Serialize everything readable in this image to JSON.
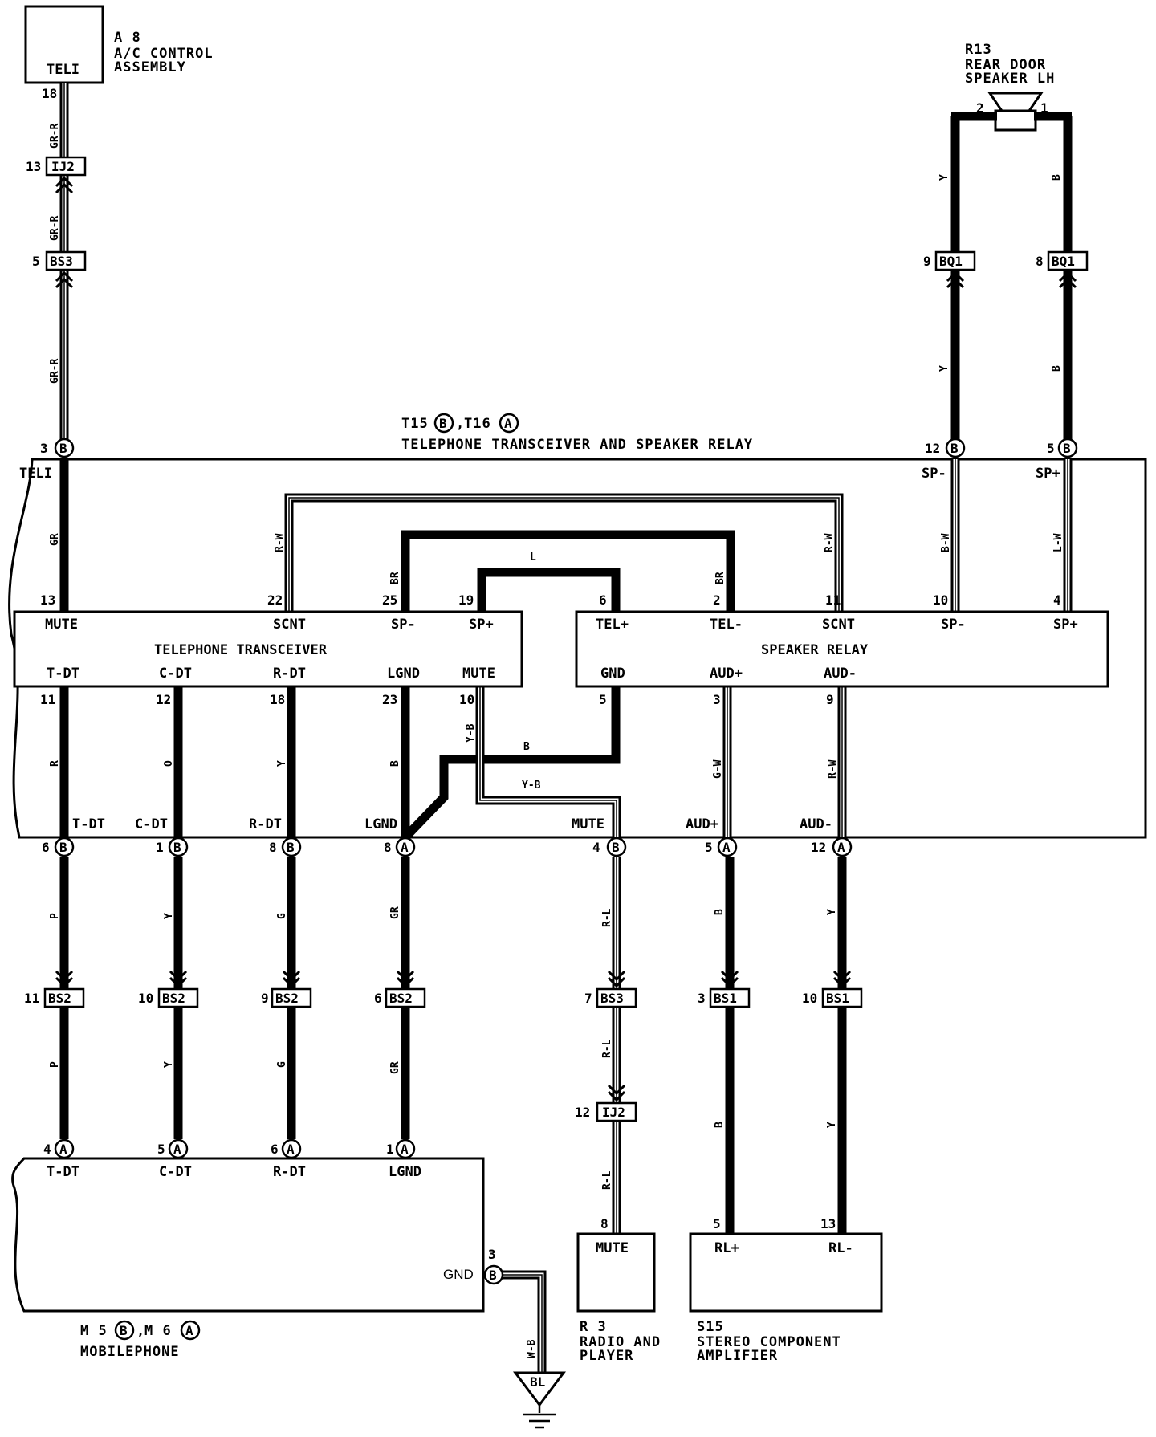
{
  "components": {
    "a8": {
      "id": "A 8",
      "line1": "A/C CONTROL",
      "line2": "ASSEMBLY",
      "pin_label": "TELI"
    },
    "r13": {
      "id": "R13",
      "line1": "REAR DOOR",
      "line2": "SPEAKER LH"
    },
    "t15t16": {
      "id_b": "T15",
      "id_a": "T16",
      "sep": ",",
      "name": "TELEPHONE TRANSCEIVER AND SPEAKER RELAY"
    },
    "transceiver": {
      "name": "TELEPHONE TRANSCEIVER"
    },
    "relay": {
      "name": "SPEAKER RELAY"
    },
    "mobile": {
      "id_b": "M 5",
      "id_a": "M 6",
      "sep": ",",
      "name": "MOBILEPHONE"
    },
    "r3": {
      "id": "R 3",
      "line1": "RADIO AND",
      "line2": "PLAYER",
      "pin_label": "MUTE"
    },
    "s15": {
      "id": "S15",
      "line1": "STEREO COMPONENT",
      "line2": "AMPLIFIER"
    },
    "ground": {
      "label": "BL"
    }
  },
  "connectors": {
    "bs1": "BS1",
    "bs2": "BS2",
    "bs3": "BS3",
    "ij2": "IJ2",
    "bq1": "BQ1",
    "a": "A",
    "b": "B"
  },
  "pins": {
    "p18": "18",
    "p13": "13",
    "p5": "5",
    "p3": "3",
    "p2": "2",
    "p1": "1",
    "p9": "9",
    "p8": "8",
    "p12": "12",
    "p22": "22",
    "p25": "25",
    "p19": "19",
    "p6": "6",
    "p11": "11",
    "p10": "10",
    "p4": "4",
    "p23": "23",
    "p7": "7"
  },
  "terminals": {
    "teli": "TELI",
    "sp_minus": "SP-",
    "sp_plus": "SP+",
    "mute": "MUTE",
    "scnt": "SCNT",
    "tel_plus": "TEL+",
    "tel_minus": "TEL-",
    "t_dt": "T-DT",
    "c_dt": "C-DT",
    "r_dt": "R-DT",
    "lgnd": "LGND",
    "gnd": "GND",
    "aud_plus": "AUD+",
    "aud_minus": "AUD-",
    "rl_plus": "RL+",
    "rl_minus": "RL-",
    "gnd_mobile": "GND"
  },
  "wires": {
    "gr_r": "GR-R",
    "y": "Y",
    "b": "B",
    "gr": "GR",
    "r_w": "R-W",
    "br": "BR",
    "l": "L",
    "b_w": "B-W",
    "l_w": "L-W",
    "r": "R",
    "o": "O",
    "y_b": "Y-B",
    "g_w": "G-W",
    "p": "P",
    "g": "G",
    "r_l": "R-L",
    "w_b": "W-B"
  }
}
